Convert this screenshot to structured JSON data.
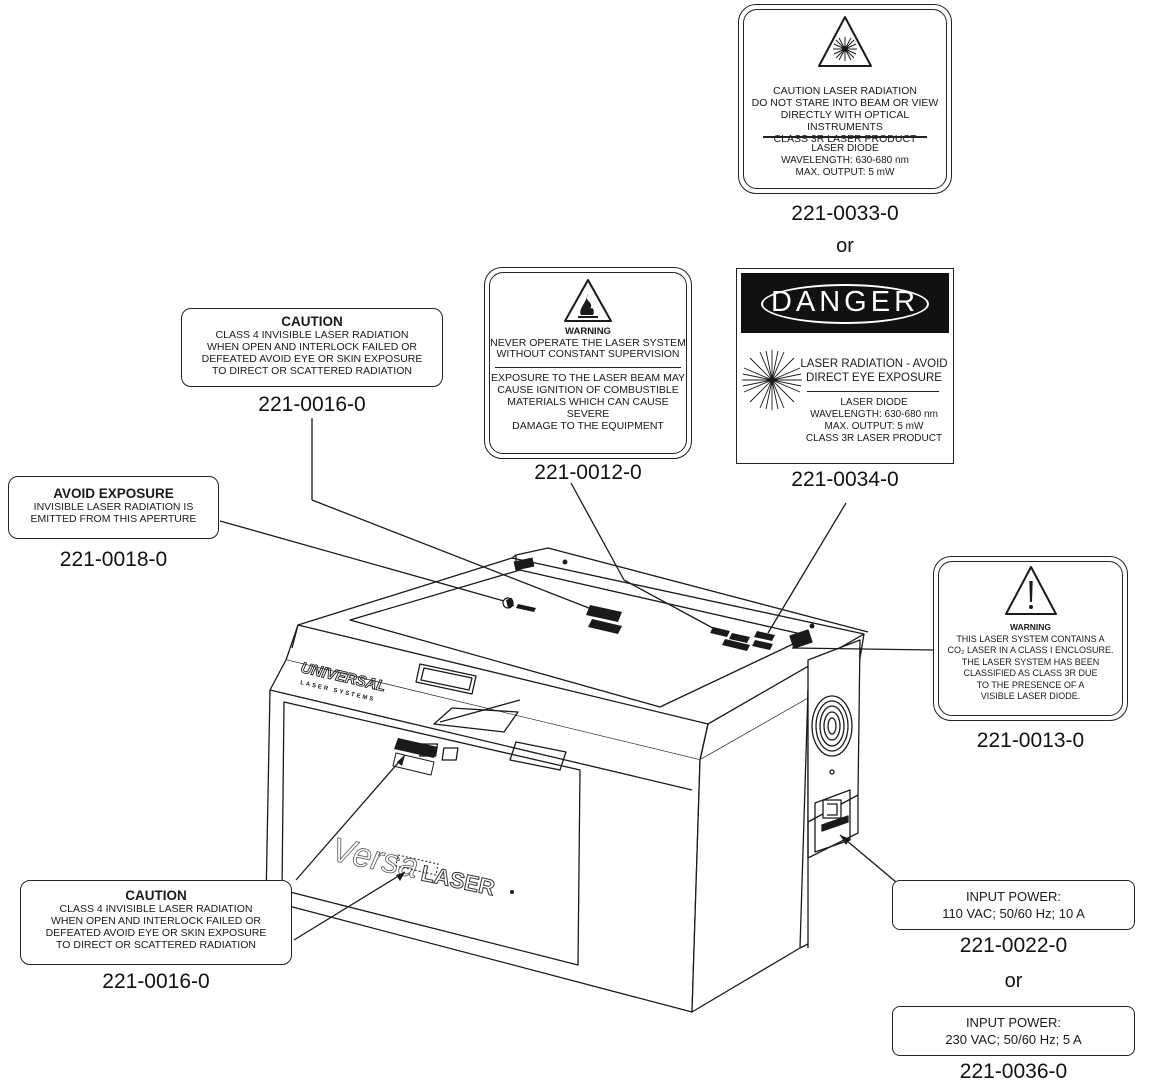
{
  "labels": {
    "caution_top": {
      "title": "CAUTION",
      "lines": [
        "CLASS 4 INVISIBLE LASER RADIATION",
        "WHEN OPEN AND INTERLOCK FAILED OR",
        "DEFEATED AVOID EYE OR SKIN EXPOSURE",
        "TO DIRECT OR SCATTERED RADIATION"
      ],
      "part": "221-0016-0"
    },
    "avoid_exposure": {
      "title": "AVOID EXPOSURE",
      "lines": [
        "INVISIBLE LASER RADIATION IS",
        "EMITTED FROM THIS APERTURE"
      ],
      "part": "221-0018-0"
    },
    "warning_fire": {
      "title": "WARNING",
      "lines_top": [
        "NEVER OPERATE THE LASER SYSTEM",
        "WITHOUT CONSTANT SUPERVISION"
      ],
      "lines_bottom": [
        "EXPOSURE TO THE LASER BEAM MAY",
        "CAUSE IGNITION OF COMBUSTIBLE",
        "MATERIALS WHICH CAN CAUSE SEVERE",
        "DAMAGE TO THE EQUIPMENT"
      ],
      "part": "221-0012-0"
    },
    "caution_class3r": {
      "lines_top": [
        "CAUTION LASER RADIATION",
        "DO NOT STARE INTO BEAM OR VIEW",
        "DIRECTLY WITH OPTICAL INSTRUMENTS",
        "CLASS 3R LASER PRODUCT"
      ],
      "lines_bottom": [
        "LASER DIODE",
        "WAVELENGTH: 630-680 nm",
        "MAX. OUTPUT: 5 mW"
      ],
      "part": "221-0033-0"
    },
    "or_1": "or",
    "danger": {
      "title": "DANGER",
      "lines_top": [
        "LASER RADIATION - AVOID",
        "DIRECT EYE EXPOSURE"
      ],
      "lines_bottom": [
        "LASER DIODE",
        "WAVELENGTH: 630-680 nm",
        "MAX. OUTPUT: 5 mW",
        "CLASS 3R LASER PRODUCT"
      ],
      "part": "221-0034-0"
    },
    "warning_co2": {
      "title": "WARNING",
      "lines": [
        "THIS LASER SYSTEM CONTAINS A",
        "CO₂ LASER IN A CLASS I ENCLOSURE.",
        "THE LASER SYSTEM HAS BEEN",
        "CLASSIFIED AS CLASS 3R DUE",
        "TO THE PRESENCE OF A",
        "VISIBLE LASER DIODE."
      ],
      "part": "221-0013-0"
    },
    "caution_bottom": {
      "title": "CAUTION",
      "lines": [
        "CLASS 4 INVISIBLE LASER RADIATION",
        "WHEN OPEN AND INTERLOCK FAILED OR",
        "DEFEATED AVOID EYE OR SKIN EXPOSURE",
        "TO DIRECT OR SCATTERED RADIATION"
      ],
      "part": "221-0016-0"
    },
    "power_110": {
      "lines": [
        "INPUT POWER:",
        "110 VAC; 50/60 Hz; 10 A"
      ],
      "part": "221-0022-0"
    },
    "or_2": "or",
    "power_230": {
      "lines": [
        "INPUT POWER:",
        "230 VAC; 50/60 Hz; 5 A"
      ],
      "part": "221-0036-0"
    }
  },
  "machine": {
    "brand_top": "UNIVERSAL",
    "brand_sub": "LASER SYSTEMS",
    "model_script": "Versa",
    "model_block": "LASER"
  },
  "colors": {
    "line": "#1a1a1a",
    "danger_bg": "#111111",
    "paper": "#ffffff"
  }
}
